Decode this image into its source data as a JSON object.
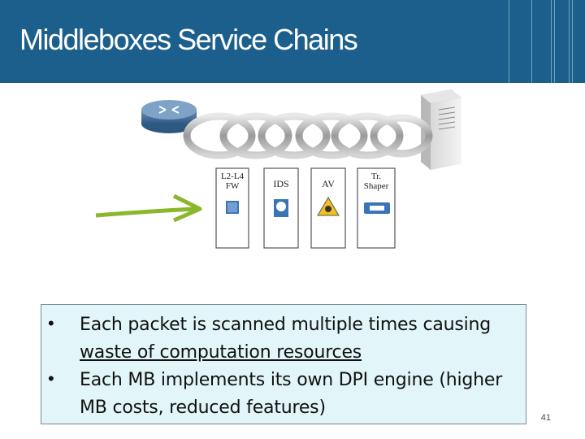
{
  "slide": {
    "title": "Middleboxes Service Chains",
    "number": "41"
  },
  "diagram": {
    "middleboxes": [
      {
        "label_line1": "L2-L4",
        "label_line2": "FW"
      },
      {
        "label_line1": "IDS",
        "label_line2": ""
      },
      {
        "label_line1": "AV",
        "label_line2": ""
      },
      {
        "label_line1": "Tr.",
        "label_line2": "Shaper"
      }
    ],
    "icons": [
      "router-icon",
      "server-icon",
      "traffic-arrow-icon",
      "chain-icon",
      "firewall-icon",
      "ids-icon",
      "biohazard-icon",
      "shaper-icon"
    ]
  },
  "bullets": [
    {
      "line1": "Each packet is scanned multiple times causing",
      "line2": "waste of computation resources"
    },
    {
      "line1": "Each MB implements its own DPI engine (higher",
      "line2": "MB costs, reduced features)"
    }
  ],
  "colors": {
    "header": "#1c5f8c",
    "box_bg": "#e2f6f9",
    "arrow": "#8ab82a"
  }
}
